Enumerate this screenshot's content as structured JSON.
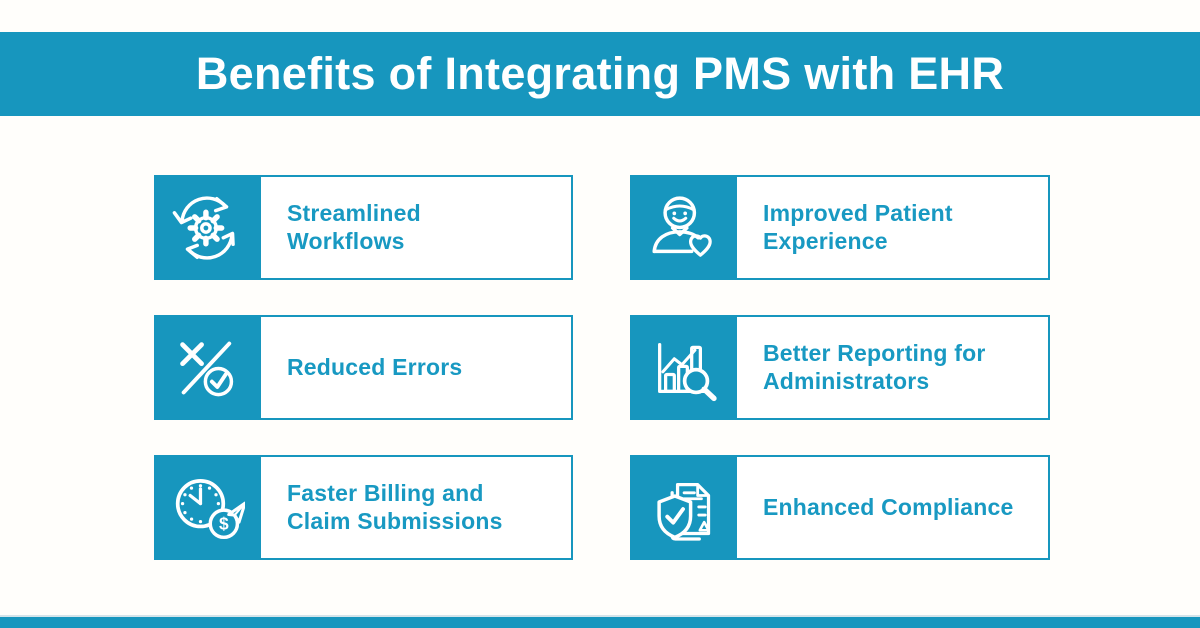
{
  "theme": {
    "accent": "#1796BE",
    "label": "#1899C2",
    "title_text": "#FFFFFF",
    "card_bg": "#FFFFFF",
    "page_bg": "#FFFEFB",
    "footer_edge": "#D4E4EA"
  },
  "header": {
    "title": "Benefits of Integrating PMS with EHR"
  },
  "cards": [
    {
      "label": "Streamlined\nWorkflows",
      "icon": "sync-gear-icon"
    },
    {
      "label": "Improved Patient\nExperience",
      "icon": "patient-heart-icon"
    },
    {
      "label": "Reduced Errors",
      "icon": "cross-check-icon"
    },
    {
      "label": "Better Reporting for\nAdministrators",
      "icon": "chart-magnifier-icon"
    },
    {
      "label": "Faster Billing and\nClaim Submissions",
      "icon": "clock-dollar-send-icon"
    },
    {
      "label": "Enhanced Compliance",
      "icon": "shield-document-icon"
    }
  ]
}
